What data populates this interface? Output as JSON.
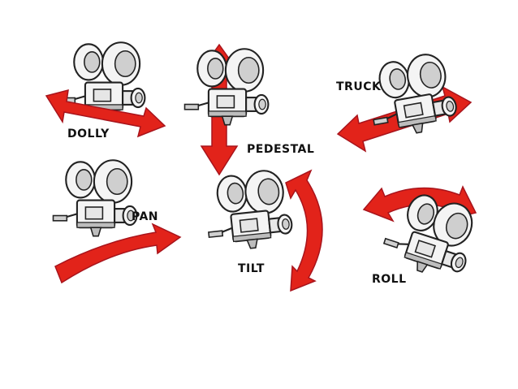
{
  "movements": [
    {
      "id": "dolly",
      "label": "DOLLY"
    },
    {
      "id": "pedestal",
      "label": "PEDESTAL"
    },
    {
      "id": "truck",
      "label": "TRUCK"
    },
    {
      "id": "pan",
      "label": "PAN"
    },
    {
      "id": "tilt",
      "label": "TILT"
    },
    {
      "id": "roll",
      "label": "ROLL"
    }
  ],
  "colors": {
    "arrow": "#e2231a",
    "arrow_shade": "#a8141c",
    "camera_fill": "#f4f4f4",
    "camera_shade": "#bdbdbd",
    "outline": "#222222",
    "text": "#111111"
  }
}
